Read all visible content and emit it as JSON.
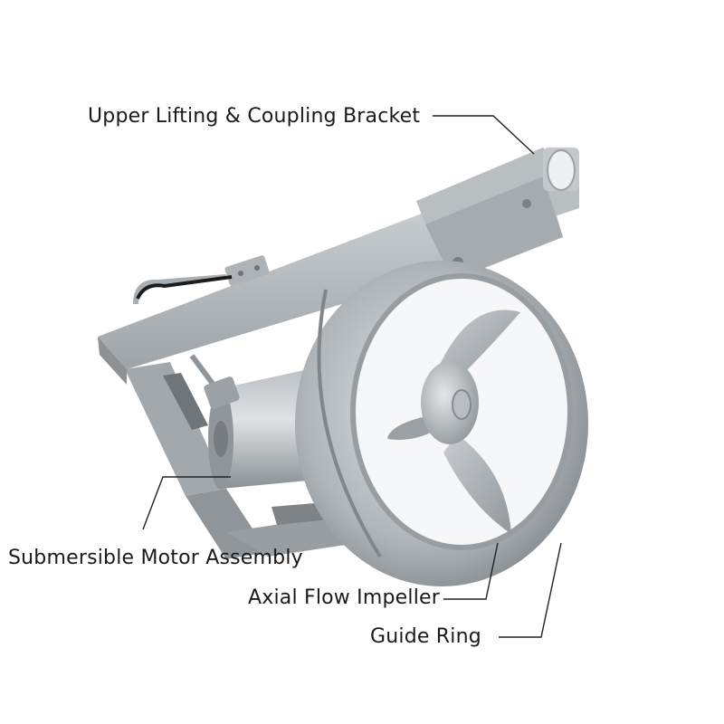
{
  "labels": {
    "bracket": "Upper Lifting & Coupling Bracket",
    "motor": "Submersible Motor Assembly",
    "impeller": "Axial Flow Impeller",
    "ring": "Guide Ring"
  },
  "colors": {
    "metal_light": "#c9cdd0",
    "metal_mid": "#a9aeb2",
    "metal_dark": "#7d8387",
    "shadow": "#5f6569",
    "leader": "#222222",
    "cable": "#1c1c1c"
  }
}
